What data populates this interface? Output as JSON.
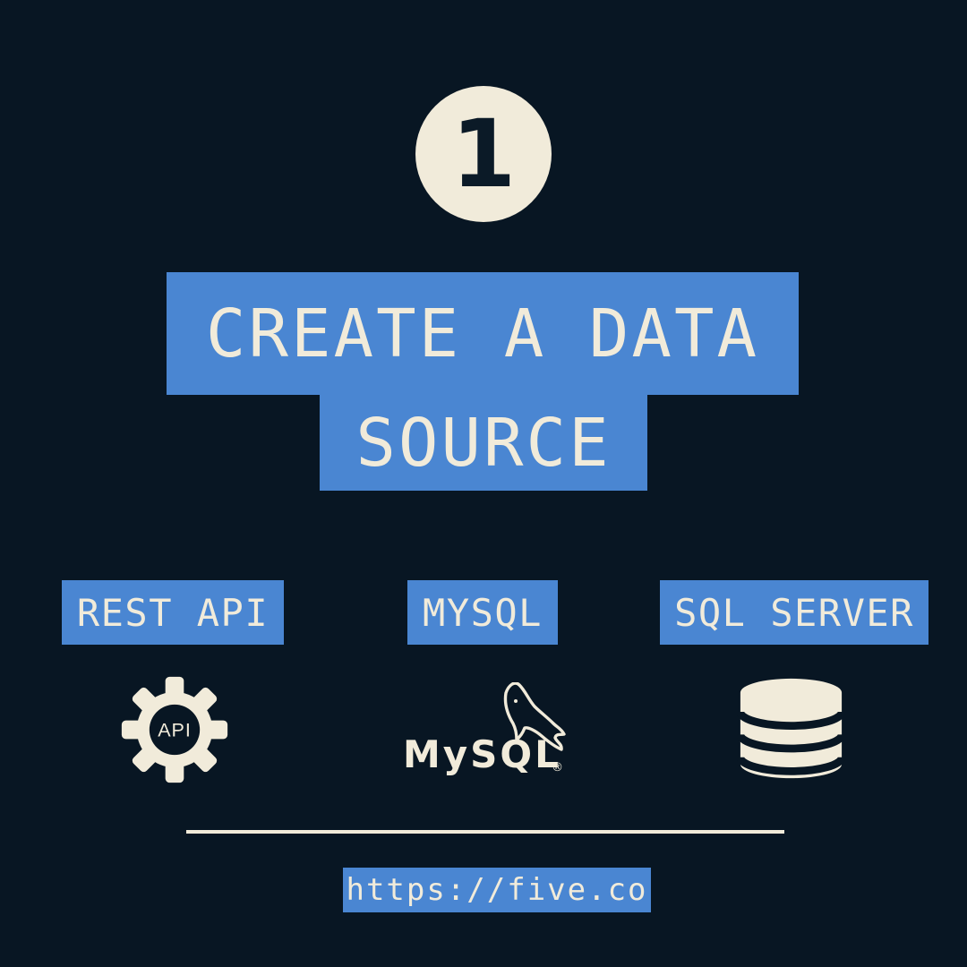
{
  "step": {
    "number": "1"
  },
  "title": {
    "line1": "CREATE A DATA",
    "line2": "SOURCE"
  },
  "sources": [
    {
      "label": "REST API",
      "icon": "api-gear-icon",
      "icon_text": "API"
    },
    {
      "label": "MYSQL",
      "icon": "mysql-dolphin-logo",
      "wordmark": "MySQL",
      "reg": "®"
    },
    {
      "label": "SQL SERVER",
      "icon": "database-cylinder-icon"
    }
  ],
  "footer": {
    "url": "https://five.co"
  },
  "colors": {
    "background": "#081623",
    "accent_blue": "#4a86d2",
    "cream": "#f1ebda",
    "dark_text": "#0b1a27"
  }
}
